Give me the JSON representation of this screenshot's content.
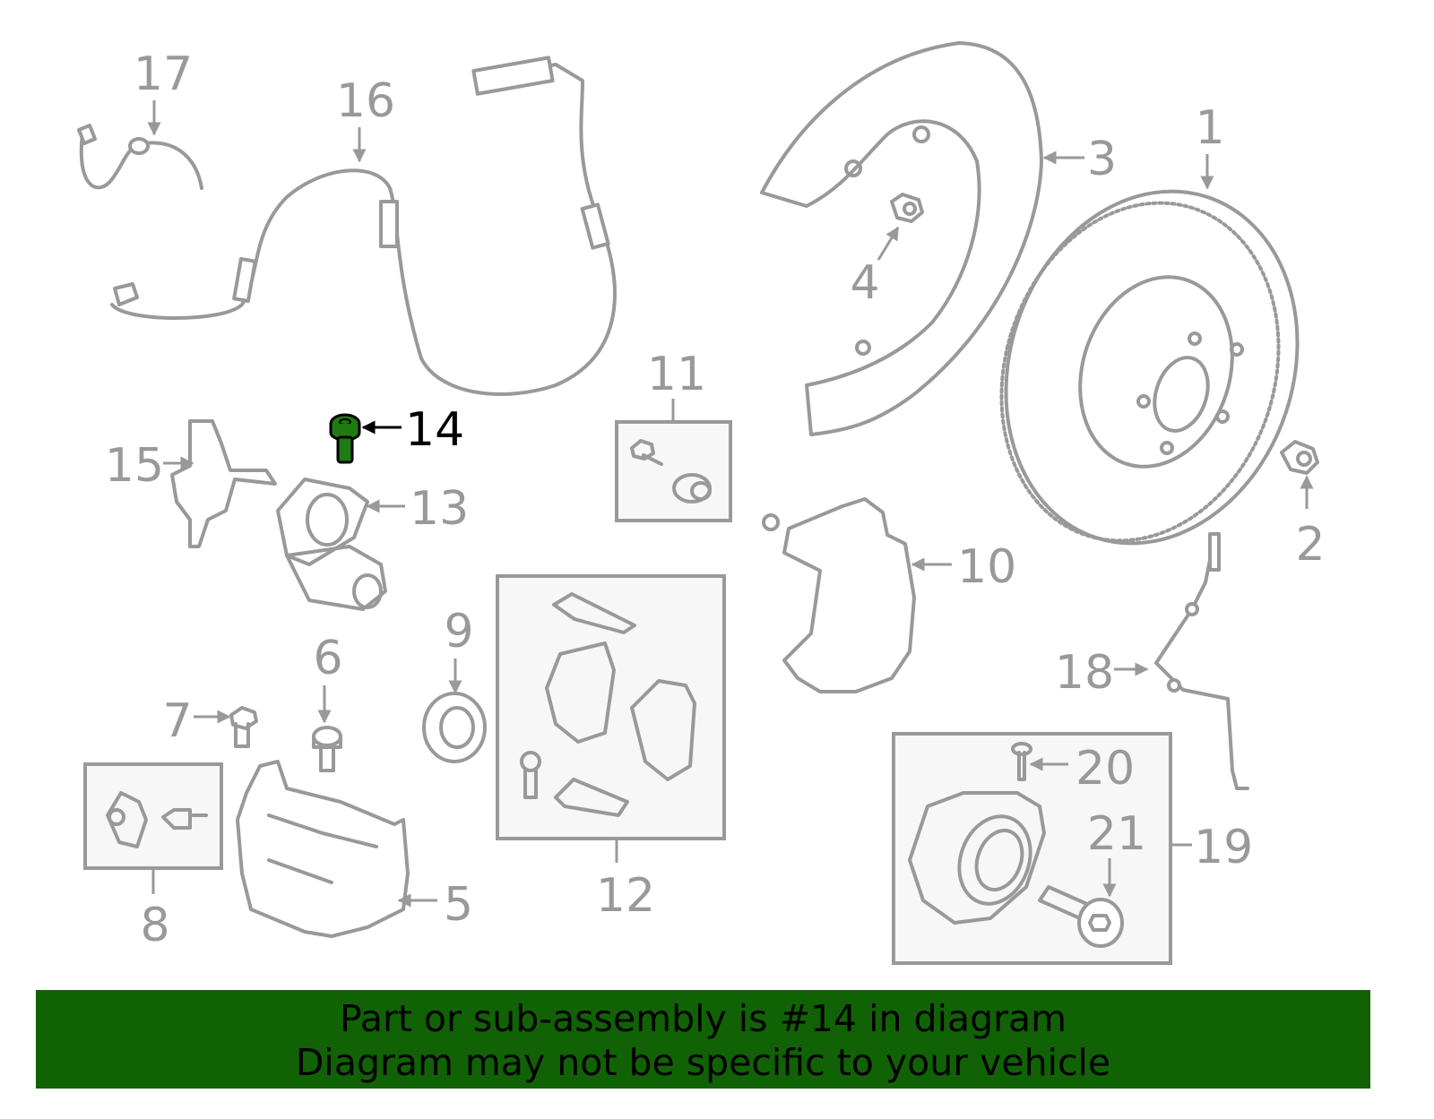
{
  "diagram": {
    "highlighted_part": "14",
    "highlight_color": "#1f7a14",
    "labels": {
      "p1": "1",
      "p2": "2",
      "p3": "3",
      "p4": "4",
      "p5": "5",
      "p6": "6",
      "p7": "7",
      "p8": "8",
      "p9": "9",
      "p10": "10",
      "p11": "11",
      "p12": "12",
      "p13": "13",
      "p14": "14",
      "p15": "15",
      "p16": "16",
      "p17": "17",
      "p18": "18",
      "p19": "19",
      "p20": "20",
      "p21": "21"
    }
  },
  "banner": {
    "line1": "Part or sub-assembly is #14 in diagram",
    "line2": "Diagram may not be specific to your vehicle",
    "color": "#116205"
  }
}
